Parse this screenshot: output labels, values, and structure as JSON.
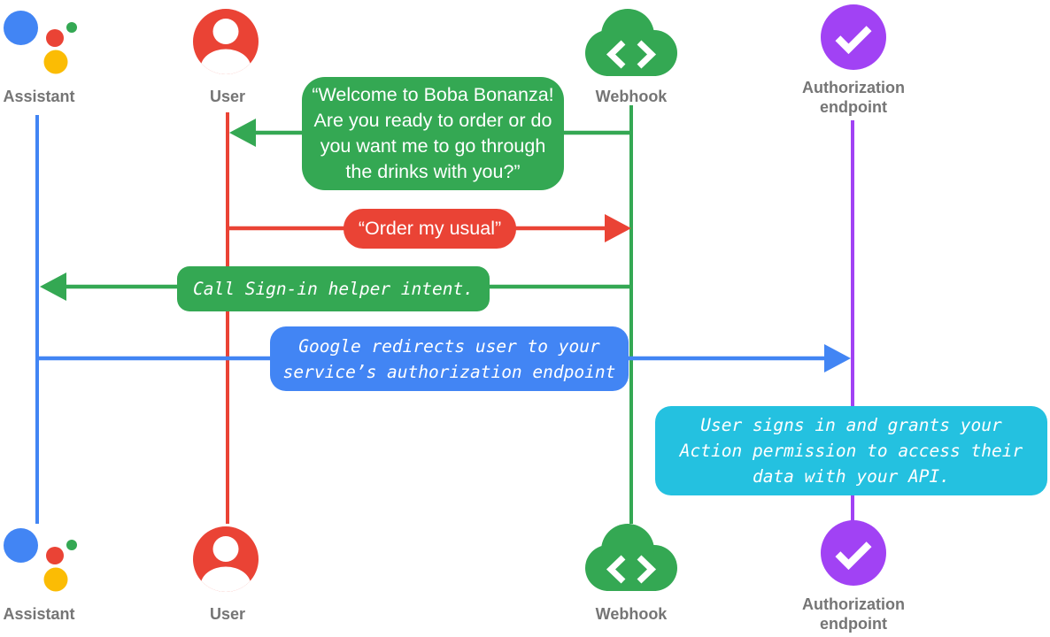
{
  "colors": {
    "blue": "#4285F4",
    "red": "#EA4335",
    "green": "#34A853",
    "yellow": "#FBBC04",
    "purple": "#A142F4",
    "cyan": "#24C1E0",
    "label_gray": "#757575",
    "text_white": "#FFFFFF"
  },
  "actors": [
    {
      "id": "assistant",
      "label": "Assistant",
      "icon": "google-assistant-icon",
      "color": "#4285F4"
    },
    {
      "id": "user",
      "label": "User",
      "icon": "user-circle-icon",
      "color": "#EA4335"
    },
    {
      "id": "webhook",
      "label": "Webhook",
      "icon": "cloud-code-icon",
      "color": "#34A853"
    },
    {
      "id": "auth_endpoint",
      "label": "Authorization endpoint",
      "icon": "check-circle-icon",
      "color": "#A142F4"
    }
  ],
  "messages": [
    {
      "id": "welcome",
      "from": "webhook",
      "to": "user",
      "style": "speech",
      "color": "#34A853",
      "text": "“Welcome to Boba Bonanza!\nAre you ready to order or do\nyou want me to go through\nthe drinks with you?”"
    },
    {
      "id": "order",
      "from": "user",
      "to": "webhook",
      "style": "speech",
      "color": "#EA4335",
      "text": "“Order my usual”"
    },
    {
      "id": "signin_helper",
      "from": "webhook",
      "to": "assistant",
      "style": "code",
      "color": "#34A853",
      "text": "Call Sign-in helper intent."
    },
    {
      "id": "redirect",
      "from": "assistant",
      "to": "auth_endpoint",
      "style": "code",
      "color": "#4285F4",
      "text": "Google redirects user to your\nservice’s authorization endpoint"
    },
    {
      "id": "signin_note",
      "at": "auth_endpoint",
      "style": "code-note",
      "color": "#24C1E0",
      "text": "User signs in and grants your\nAction permission to access their\ndata with your API."
    }
  ]
}
